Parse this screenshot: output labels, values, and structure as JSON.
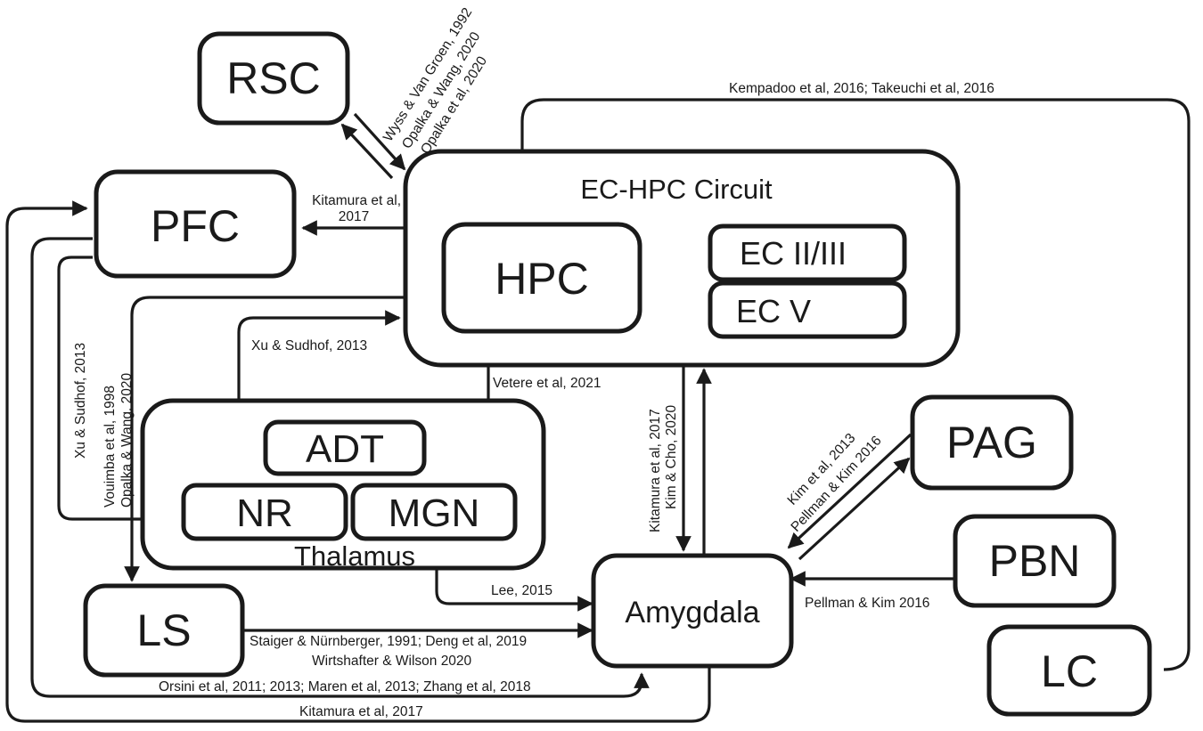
{
  "regions": {
    "rsc": "RSC",
    "pfc": "PFC",
    "hpc": "HPC",
    "ec23": "EC II/III",
    "ec5": "EC V",
    "adt": "ADT",
    "nr": "NR",
    "mgn": "MGN",
    "ls": "LS",
    "amygdala": "Amygdala",
    "pag": "PAG",
    "pbn": "PBN",
    "lc": "LC"
  },
  "groups": {
    "ec_hpc": "EC-HPC Circuit",
    "thalamus": "Thalamus"
  },
  "citations": {
    "rsc_hpc": [
      "Wyss & Van Groen, 1992",
      "Opalka & Wang, 2020",
      "Opalka et al, 2020"
    ],
    "lc_hpc": "Kempadoo et al, 2016; Takeuchi et al, 2016",
    "hpc_pfc": [
      "Kitamura et al,",
      "2017"
    ],
    "pfc_nr": "Xu & Sudhof, 2013",
    "nr_pfc": [
      "Vouimba et al, 1998",
      "Opalka & Wang, 2020"
    ],
    "nr_hpc": "Xu & Sudhof, 2013",
    "hpc_adt": "Vetere et al, 2021",
    "hpc_amy": [
      "Kitamura et al, 2017",
      "Kim & Cho, 2020"
    ],
    "pag_amy": [
      "Kim et al, 2013",
      "Pellman & Kim 2016"
    ],
    "pbn_amy": "Pellman & Kim 2016",
    "mgn_amy": "Lee, 2015",
    "ls_amy": [
      "Staiger & Nürnberger, 1991; Deng et al, 2019",
      "Wirtshafter & Wilson 2020"
    ],
    "pfc_amy": "Orsini et al, 2011; 2013; Maren et al, 2013; Zhang et al, 2018",
    "amy_pfc": "Kitamura et al, 2017"
  }
}
